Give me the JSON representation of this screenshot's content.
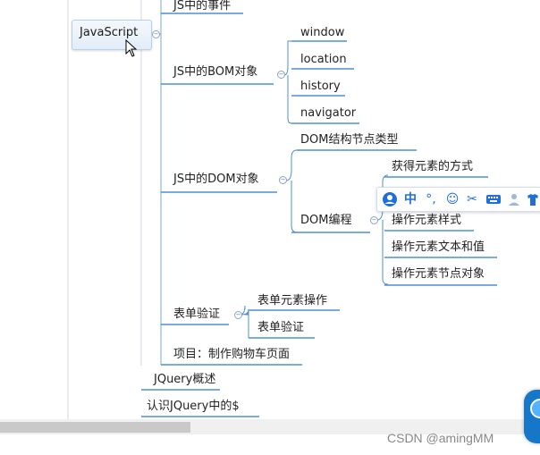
{
  "mindmap": {
    "root": "JavaScript",
    "top_partial": "JS中的事件",
    "bom": {
      "label": "JS中的BOM对象",
      "children": [
        "window",
        "location",
        "history",
        "navigator"
      ]
    },
    "dom": {
      "label": "JS中的DOM对象",
      "node_type": "DOM结构节点类型",
      "programming": {
        "label": "DOM编程",
        "children": [
          "获得元素的方式",
          "操作元素样式",
          "操作元素文本和值",
          "操作元素节点对象"
        ]
      }
    },
    "form": {
      "label": "表单验证",
      "children": [
        "表单元素操作",
        "表单验证"
      ]
    },
    "project": "项目：制作购物车页面",
    "jquery_overview": "JQuery概述",
    "jquery_dollar": "认识JQuery中的$"
  },
  "ime_toolbar": {
    "lang": "中",
    "icons": [
      "avatar-icon",
      "punctuation-icon",
      "emoji-icon",
      "scissors-icon",
      "keyboard-icon",
      "user-icon",
      "shirt-icon"
    ]
  },
  "watermark": "CSDN @amingMM",
  "colors": {
    "line": "#4d8fd6",
    "ime_accent": "#1e6fd8"
  }
}
